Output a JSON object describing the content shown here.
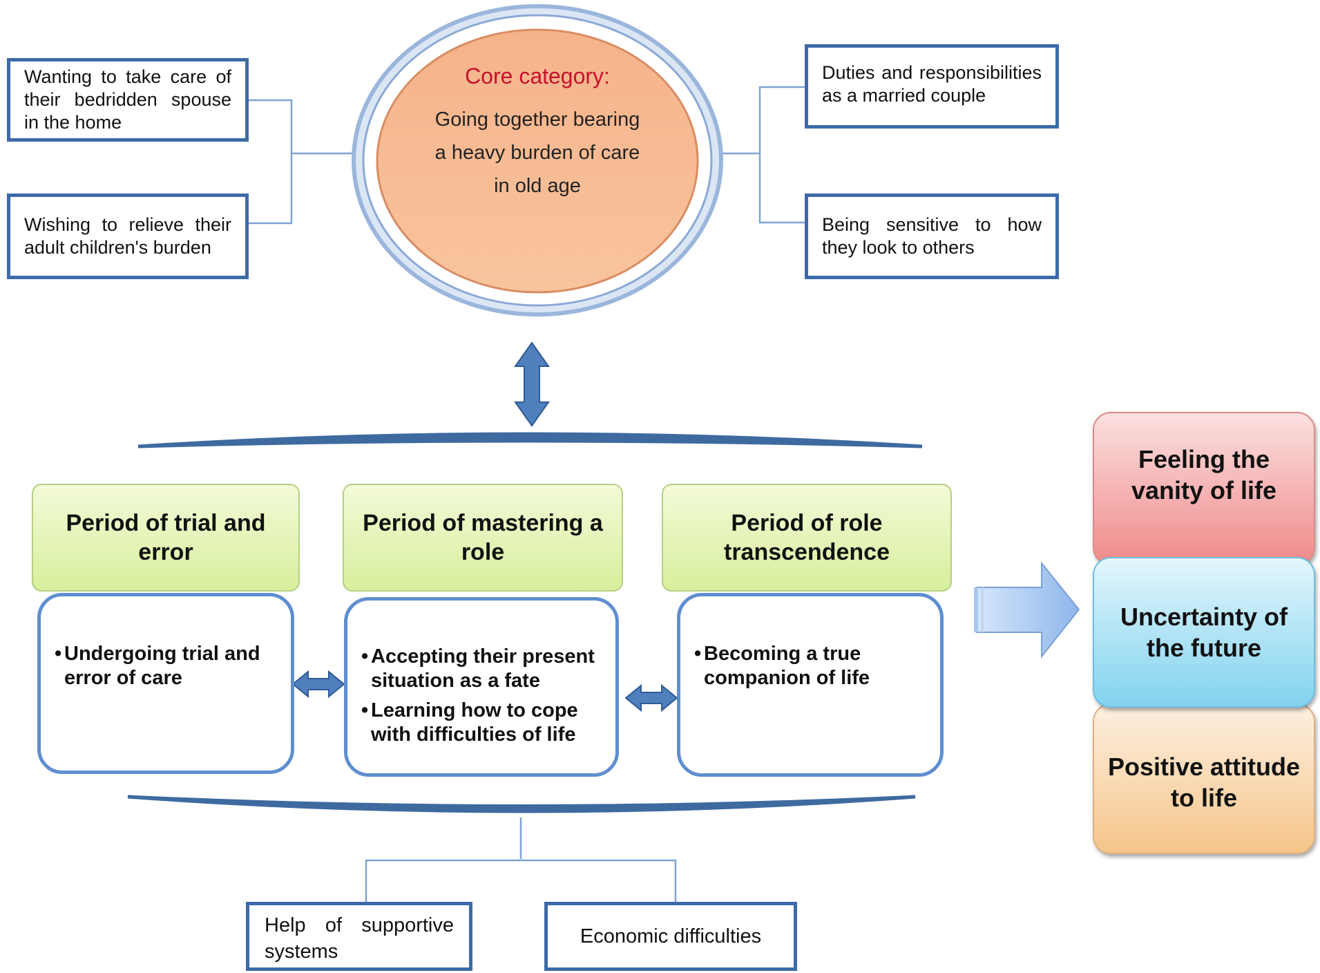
{
  "core": {
    "title": "Core category:",
    "text_lines": [
      "Going together  bearing",
      "a heavy burden of care",
      "in old age"
    ]
  },
  "left_boxes": {
    "top": [
      "Wanting  to  take  care  of",
      "their  bedridden  spouse",
      "in the home"
    ],
    "bottom": [
      "Wishing  to  relieve  their",
      "adult children's burden"
    ]
  },
  "right_boxes": {
    "top": [
      "Duties and  responsibilities",
      "as a married couple"
    ],
    "bottom": [
      "Being  sensitive  to  how",
      "they look to others"
    ]
  },
  "phases": [
    {
      "title_lines": [
        "Period of trial and",
        "error"
      ],
      "items": [
        [
          "Undergoing  trial and",
          "error of care"
        ]
      ]
    },
    {
      "title_lines": [
        "Period of mastering a",
        "role"
      ],
      "items": [
        [
          "Accepting their present",
          "situation as a fate"
        ],
        [
          "Learning how to cope",
          "with difficulties of life"
        ]
      ]
    },
    {
      "title_lines": [
        "Period of role",
        "transcendence"
      ],
      "items": [
        [
          "Becoming a true",
          "companion of life"
        ]
      ]
    }
  ],
  "outcomes": [
    {
      "lines": [
        "Feeling the",
        "vanity of life"
      ]
    },
    {
      "lines": [
        "Uncertainty of",
        "the future"
      ]
    },
    {
      "lines": [
        "Positive attitude",
        "to life"
      ]
    }
  ],
  "factors": {
    "left": [
      "Help   of   supportive",
      "systems"
    ],
    "right": "Economic difficulties"
  },
  "colors": {
    "box_border": "#3d6aa8",
    "core_fill": "#f7bf96",
    "core_title": "#c8102e",
    "phase_head_fill": "#d7ef9c",
    "arrow_blue": "#4f7fbd"
  }
}
